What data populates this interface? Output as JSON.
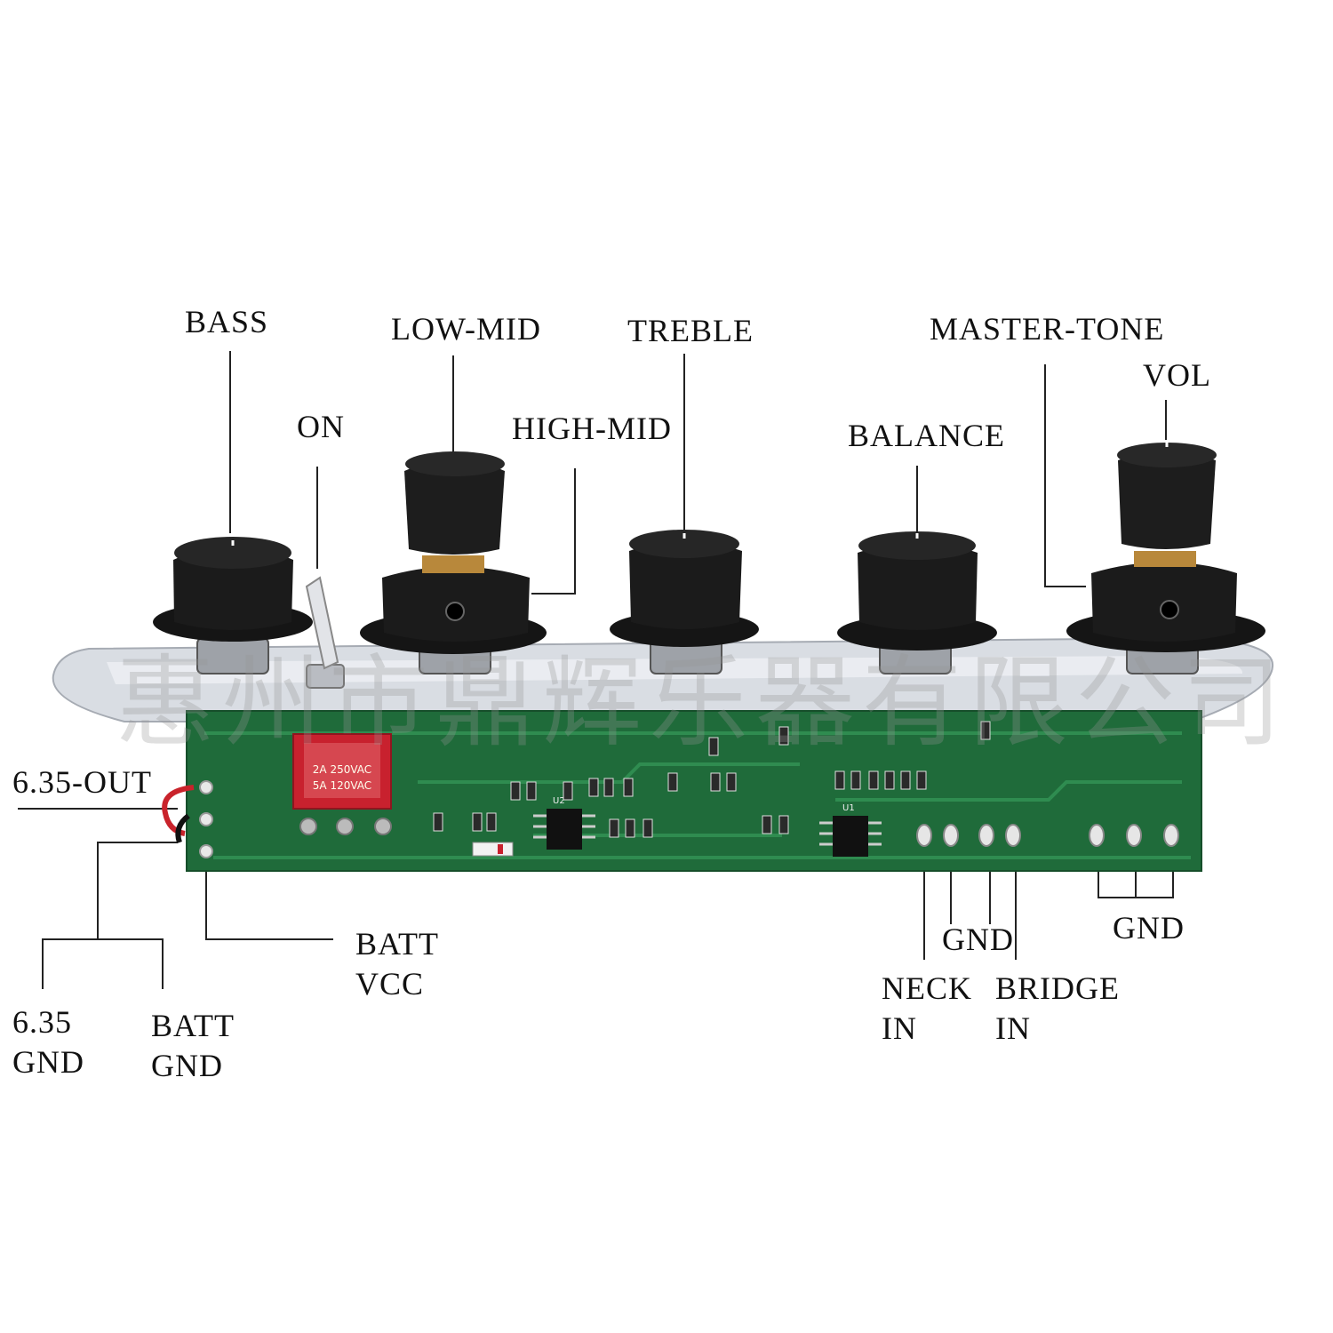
{
  "labels": {
    "bass": "BASS",
    "on": "ON",
    "low_mid": "LOW-MID",
    "high_mid": "HIGH-MID",
    "treble": "TREBLE",
    "balance": "BALANCE",
    "master_tone": "MASTER-TONE",
    "vol": "VOL",
    "out_635": "6.35-OUT",
    "batt_vcc": "BATT\nVCC",
    "gnd_635": "6.35\nGND",
    "batt_gnd": "BATT\nGND",
    "neck_in": "NECK\nIN",
    "gnd_pickup": "GND",
    "bridge_in": "BRIDGE\nIN",
    "gnd_group": "GND"
  },
  "switch_text": {
    "line1": "2A 250VAC",
    "line2": "5A 120VAC"
  },
  "chips": {
    "u2": "U2",
    "u1": "U1"
  },
  "watermark": "惠州市鼎辉乐器有限公司",
  "colors": {
    "pcb": "#1f6b3a",
    "knob": "#151515",
    "plate": "#d9dde3",
    "switch_body": "#c8212e"
  }
}
